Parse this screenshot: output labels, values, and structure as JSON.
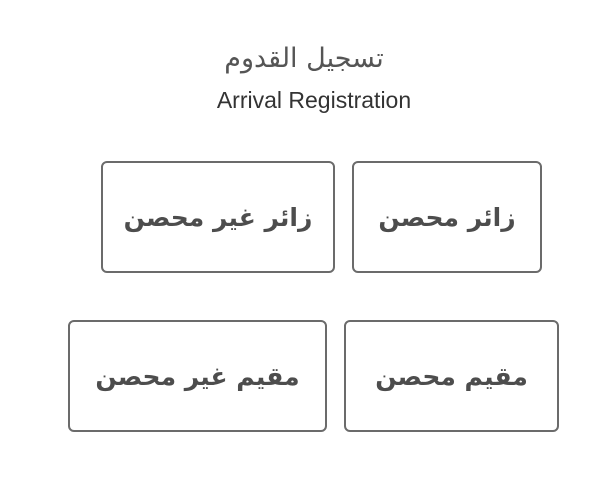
{
  "header": {
    "title_ar": "تسجيل القدوم",
    "title_en": "Arrival Registration"
  },
  "options": {
    "visitor_vaccinated": "زائر محصن",
    "visitor_unvaccinated": "زائر غير محصن",
    "resident_vaccinated": "مقيم محصن",
    "resident_unvaccinated": "مقيم غير محصن"
  },
  "colors": {
    "border": "#6b6b6b",
    "text": "#4d4d4d",
    "background": "#ffffff"
  }
}
